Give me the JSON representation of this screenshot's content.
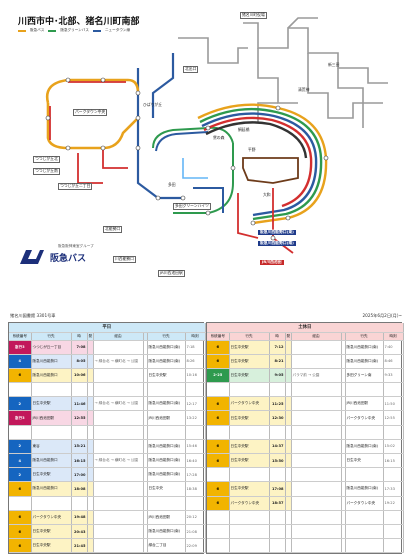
{
  "map": {
    "title": "川西市中･北部、猪名川町南部",
    "legend": [
      {
        "label": "阪急バス",
        "color": "#e8a21c"
      },
      {
        "label": "阪急グリーンバス",
        "color": "#2e9a4e"
      },
      {
        "label": "ニュータウン線",
        "color": "#2c5aa0"
      }
    ],
    "operator": {
      "name": "阪急バス",
      "sub": "阪急阪神東宝グループ"
    },
    "stops": {
      "hikawa": "猪名川町役場",
      "kawanishi_noseguchi": "川西能勢口",
      "jr_kawanishi_ikeda": "JR川西池田",
      "hankyu_kawanishi": "阪急川西能勢口(南)",
      "kita_entrance": "北出口",
      "hibarigaoka": "ひばりが丘",
      "tsutsujigaoka_south": "つつじが丘南",
      "tsutsujigaoka_north": "つつじが丘北",
      "tsutsujigaoka_2": "つつじが丘二丁目",
      "park_town": "パークタウン中央",
      "kita_noseguchi": "北能勢口",
      "hirano": "平野",
      "daiwa": "大和",
      "tada": "多田",
      "uguisu": "鶯の森",
      "kinugasa": "絹延橋",
      "kiyoshikojin": "清荒神",
      "shinsanda": "新三田",
      "tadagaoka": "多田グリーンハイツ",
      "hankyu_terminal": "阪急川西能勢口(東)",
      "ikeda_station": "JR川西池田駅"
    }
  },
  "timetable": {
    "left_header": "猪名川図書館 3301号車",
    "right_header": "2025年6月2日(月)~",
    "weekday": {
      "title": "平日",
      "cols": [
        "系統番号",
        "行先",
        "時",
        "発",
        "経由",
        "",
        "行先",
        "時刻"
      ],
      "rows": [
        {
          "route": "急行3",
          "rc": "#c2185b",
          "fg": "#fff",
          "dest": "つつじが丘一丁目",
          "time": "7:08",
          "via": "",
          "dest2": "阪急川西能勢口(南)",
          "t2": "7:18"
        },
        {
          "route": "4",
          "rc": "#1565c0",
          "fg": "#fff",
          "dest": "阪急川西能勢口",
          "time": "8:05",
          "via": "→ 緑台北 → 横町北 → 公園",
          "dest2": "阪急川西能勢口(南)",
          "t2": "8:26"
        },
        {
          "route": "6",
          "rc": "#f2b400",
          "fg": "#000",
          "dest": "阪急川西能勢口",
          "time": "10:06",
          "via": "",
          "dest2": "日生中央駅",
          "t2": "10:16"
        },
        {
          "route": "",
          "rc": "#fff",
          "fg": "#000",
          "dest": "",
          "time": "",
          "via": "",
          "dest2": "",
          "t2": ""
        },
        {
          "route": "2",
          "rc": "#1565c0",
          "fg": "#fff",
          "dest": "日生中央駅",
          "time": "11:46",
          "via": "→ 緑台北 → 横町北 → 公園",
          "dest2": "阪急川西能勢口(南)",
          "t2": "12:17"
        },
        {
          "route": "急行3",
          "rc": "#c2185b",
          "fg": "#fff",
          "dest": "JR川西池田駅",
          "time": "12:55",
          "via": "",
          "dest2": "JR川西池田駅",
          "t2": "13:22"
        },
        {
          "route": "",
          "rc": "#fff",
          "fg": "#000",
          "dest": "",
          "time": "",
          "via": "",
          "dest2": "",
          "t2": ""
        },
        {
          "route": "2",
          "rc": "#1565c0",
          "fg": "#fff",
          "dest": "東谷",
          "time": "15:21",
          "via": "",
          "dest2": "阪急川西能勢口(南)",
          "t2": "15:46"
        },
        {
          "route": "4",
          "rc": "#1565c0",
          "fg": "#fff",
          "dest": "阪急川西能勢口",
          "time": "16:15",
          "via": "→ 緑台北 → 横町北 → 公園",
          "dest2": "阪急川西能勢口(南)",
          "t2": "16:40"
        },
        {
          "route": "2",
          "rc": "#1565c0",
          "fg": "#fff",
          "dest": "日生中央駅",
          "time": "17:00",
          "via": "",
          "dest2": "阪急川西能勢口(南)",
          "t2": "17:28"
        },
        {
          "route": "6",
          "rc": "#f2b400",
          "fg": "#000",
          "dest": "阪急川西能勢口",
          "time": "18:08",
          "via": "",
          "dest2": "日生中央",
          "t2": "18:38"
        },
        {
          "route": "",
          "rc": "#fff",
          "fg": "#000",
          "dest": "",
          "time": "",
          "via": "",
          "dest2": "",
          "t2": ""
        },
        {
          "route": "6",
          "rc": "#f2b400",
          "fg": "#000",
          "dest": "パークタウン中央",
          "time": "19:48",
          "via": "",
          "dest2": "JR川西池田駅",
          "t2": "20:12"
        },
        {
          "route": "6",
          "rc": "#f2b400",
          "fg": "#000",
          "dest": "日生中央駅",
          "time": "20:43",
          "via": "",
          "dest2": "阪急川西能勢口(南)",
          "t2": "21:08"
        },
        {
          "route": "6",
          "rc": "#f2b400",
          "fg": "#000",
          "dest": "日生中央駅",
          "time": "21:45",
          "via": "",
          "dest2": "緑台二丁目",
          "t2": "22:09"
        }
      ]
    },
    "holiday": {
      "title": "土休日",
      "cols": [
        "系統番号",
        "行先",
        "時",
        "発",
        "経由",
        "",
        "行先",
        "時刻"
      ],
      "rows": [
        {
          "route": "6",
          "rc": "#f2b400",
          "fg": "#000",
          "dest": "日生中央駅",
          "time": "7:12",
          "via": "",
          "dest2": "阪急川西能勢口(南)",
          "t2": "7:40"
        },
        {
          "route": "6",
          "rc": "#f2b400",
          "fg": "#000",
          "dest": "日生中央駅",
          "time": "8:21",
          "via": "",
          "dest2": "阪急川西能勢口(南)",
          "t2": "8:46"
        },
        {
          "route": "2-25",
          "rc": "#2e9a4e",
          "fg": "#fff",
          "dest": "日生中央駅",
          "time": "9:05",
          "via": "パラマ前 → 公園",
          "dest2": "多田グリーン南",
          "t2": "9:33"
        },
        {
          "route": "",
          "rc": "#fff",
          "fg": "#000",
          "dest": "",
          "time": "",
          "via": "",
          "dest2": "",
          "t2": ""
        },
        {
          "route": "6",
          "rc": "#f2b400",
          "fg": "#000",
          "dest": "パークタウン中央",
          "time": "11:25",
          "via": "",
          "dest2": "JR川西池田駅",
          "t2": "11:50"
        },
        {
          "route": "6",
          "rc": "#f2b400",
          "fg": "#000",
          "dest": "日生中央駅",
          "time": "12:30",
          "via": "",
          "dest2": "パークタウン中央",
          "t2": "12:55"
        },
        {
          "route": "",
          "rc": "#fff",
          "fg": "#000",
          "dest": "",
          "time": "",
          "via": "",
          "dest2": "",
          "t2": ""
        },
        {
          "route": "6",
          "rc": "#f2b400",
          "fg": "#000",
          "dest": "日生中央駅",
          "time": "14:37",
          "via": "",
          "dest2": "阪急川西能勢口(南)",
          "t2": "15:02"
        },
        {
          "route": "6",
          "rc": "#f2b400",
          "fg": "#000",
          "dest": "日生中央駅",
          "time": "15:50",
          "via": "",
          "dest2": "日生中央",
          "t2": "16:15"
        },
        {
          "route": "",
          "rc": "#fff",
          "fg": "#000",
          "dest": "",
          "time": "",
          "via": "",
          "dest2": "",
          "t2": ""
        },
        {
          "route": "6",
          "rc": "#f2b400",
          "fg": "#000",
          "dest": "日生中央駅",
          "time": "17:08",
          "via": "",
          "dest2": "阪急川西能勢口(南)",
          "t2": "17:33"
        },
        {
          "route": "6",
          "rc": "#f2b400",
          "fg": "#000",
          "dest": "パークタウン中央",
          "time": "18:57",
          "via": "",
          "dest2": "パークタウン中央",
          "t2": "19:22"
        },
        {
          "route": "",
          "rc": "#fff",
          "fg": "#000",
          "dest": "",
          "time": "",
          "via": "",
          "dest2": "",
          "t2": ""
        },
        {
          "route": "",
          "rc": "#fff",
          "fg": "#000",
          "dest": "",
          "time": "",
          "via": "",
          "dest2": "",
          "t2": ""
        },
        {
          "route": "",
          "rc": "#fff",
          "fg": "#000",
          "dest": "",
          "time": "",
          "via": "",
          "dest2": "",
          "t2": ""
        }
      ]
    }
  }
}
